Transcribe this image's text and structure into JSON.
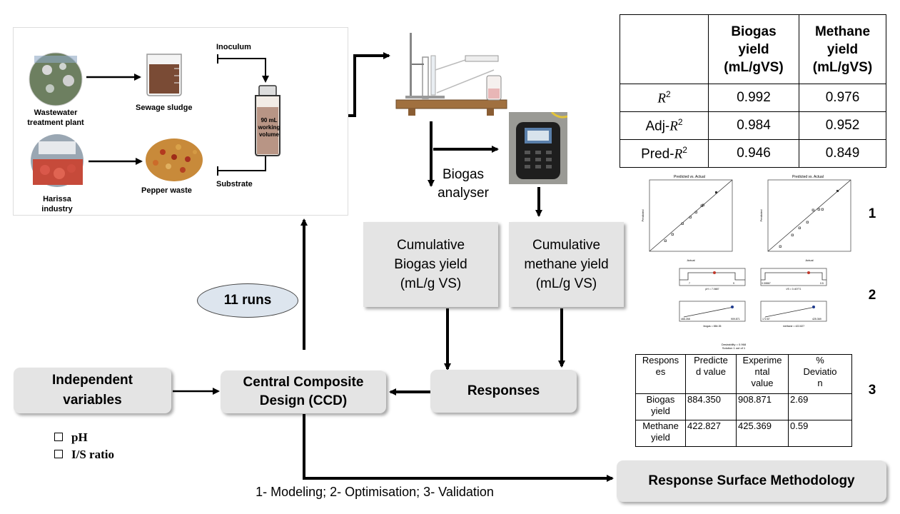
{
  "setup_panel": {
    "wastewater_label": "Wastewater\ntreatment plant",
    "sewage_label": "Sewage sludge",
    "harissa_label": "Harissa\nindustry",
    "pepper_label": "Pepper waste",
    "inoculum_label": "Inoculum",
    "substrate_label": "Substrate",
    "bottle_label": "90 mL\nworking\nvolume"
  },
  "biogas_analyser_label": "Biogas\nanalyser",
  "cumulative_biogas": "Cumulative\nBiogas yield\n(mL/g VS)",
  "cumulative_methane": "Cumulative\nmethane yield\n(mL/g VS)",
  "responses": "Responses",
  "ccd": "Central Composite\nDesign (CCD)",
  "independent_variables": "Independent\nvariables",
  "runs": "11 runs",
  "variables": [
    "pH",
    "I/S ratio"
  ],
  "rsm": "Response Surface Methodology",
  "steps_caption": "1- Modeling; 2- Optimisation; 3- Validation",
  "stats_table": {
    "headers": [
      "",
      "Biogas\nyield\n(mL/gVS)",
      "Methane\nyield\n(mL/gVS)"
    ],
    "rows": [
      {
        "label": "R",
        "sup": "2",
        "prefix": "",
        "biogas": "0.992",
        "methane": "0.976"
      },
      {
        "label": "R",
        "sup": "2",
        "prefix": "Adj-",
        "biogas": "0.984",
        "methane": "0.952"
      },
      {
        "label": "R",
        "sup": "2",
        "prefix": "Pred-",
        "biogas": "0.946",
        "methane": "0.849"
      }
    ]
  },
  "plots": {
    "plot1_title": "Predicted vs. Actual",
    "plot2_title": "Predicted vs. Actual",
    "axis_x": "Actual",
    "axis_y": "Predicted",
    "desirability": "Desirability = 0.968\nSolution 1 out of 1",
    "ramp1_text": "pH = 7.0687",
    "ramp2_text": "I/S = 0.40771",
    "ramp3_text": "biogas = 884.35",
    "ramp4_text": "methane = 422.827",
    "ramp1_min": "7",
    "ramp1_max": "9",
    "ramp2_min": "0.30867",
    "ramp2_max": "0.5",
    "ramp3_min": "466.268",
    "ramp3_max": "909.871",
    "ramp4_min": "172.87",
    "ramp4_max": "425.369"
  },
  "side_numbers": [
    "1",
    "2",
    "3"
  ],
  "validation_table": {
    "headers": [
      "Respons\nes",
      "Predicte\nd value",
      "Experime\nntal\nvalue",
      "%\nDeviatio\nn"
    ],
    "rows": [
      [
        "Biogas\nyield",
        "884.350",
        "908.871",
        "2.69"
      ],
      [
        "Methane\nyield",
        "422.827",
        "425.369",
        "0.59"
      ]
    ]
  }
}
